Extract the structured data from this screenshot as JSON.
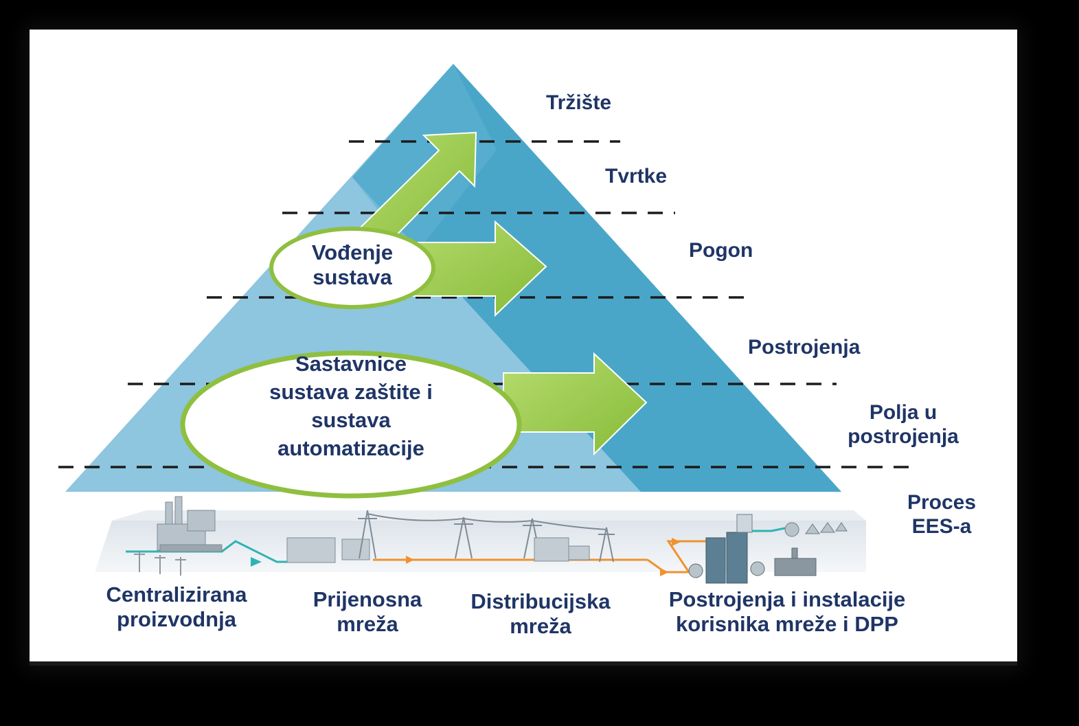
{
  "levels": [
    {
      "label": "Tržište"
    },
    {
      "label": "Tvrtke"
    },
    {
      "label": "Pogon"
    },
    {
      "label": "Postrojenja"
    },
    {
      "label": "Polja u\npostrojenja"
    },
    {
      "label": "Proces\nEES-a"
    }
  ],
  "ellipses": {
    "upper": "Vođenje\nsustava",
    "lower": "Sastavnice\nsustava zaštite i\nsustava\nautomatizacije"
  },
  "bottom_labels": [
    {
      "label": "Centralizirana\nproizvodnja"
    },
    {
      "label": "Prijenosna\nmreža"
    },
    {
      "label": "Distribucijska\nmreža"
    },
    {
      "label": "Postrojenja i instalacije\nkorisnika mreže i DPP"
    }
  ],
  "colors": {
    "pyramid_light": "#8ec5df",
    "pyramid_dark": "#3ea0c4",
    "arrow_green": "#9acb4a",
    "text_navy": "#1f3566",
    "line_teal": "#2fb3b3",
    "line_orange": "#f0922e"
  }
}
